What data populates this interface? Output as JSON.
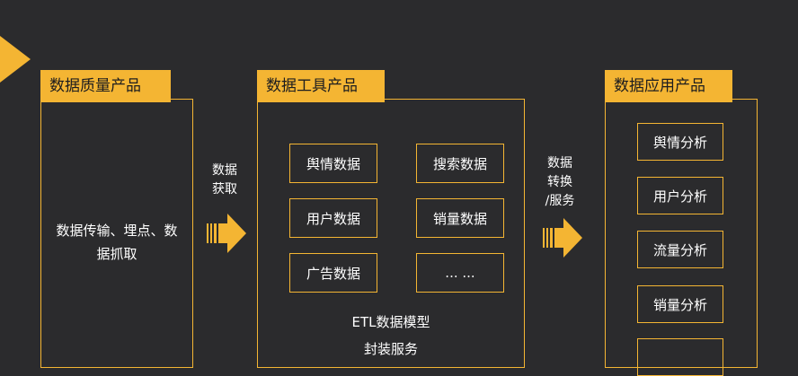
{
  "colors": {
    "background": "#2b2b2d",
    "accent": "#f4b533",
    "text": "#ffffff",
    "tag_text": "#1d1d1f"
  },
  "quality": {
    "tag": "数据质量产品",
    "body_line1": "数据传输、埋点、数",
    "body_line2": "据抓取"
  },
  "arrow1": {
    "line1": "数据",
    "line2": "获取"
  },
  "tools": {
    "tag": "数据工具产品",
    "cells": [
      "舆情数据",
      "搜索数据",
      "用户数据",
      "销量数据",
      "广告数据",
      "... ..."
    ],
    "footer_line1": "ETL数据模型",
    "footer_line2": "封装服务"
  },
  "arrow2": {
    "line1": "数据",
    "line2": "转换",
    "line3": "/服务"
  },
  "apps": {
    "tag": "数据应用产品",
    "cells": [
      "舆情分析",
      "用户分析",
      "流量分析",
      "销量分析",
      ""
    ]
  },
  "icons": {
    "left_edge": "chevron-right-icon",
    "arrows": "striped-arrow-right-icon"
  }
}
